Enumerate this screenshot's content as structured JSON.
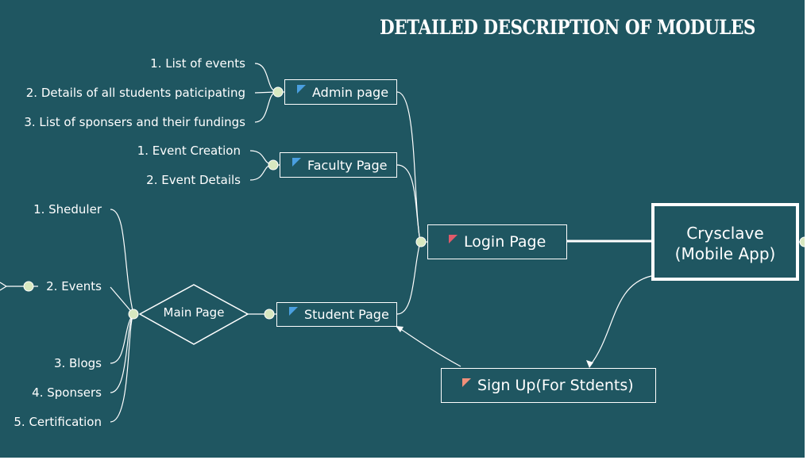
{
  "title": "DETAILED DESCRIPTION OF MODULES",
  "root": {
    "label_line1": "Crysclave",
    "label_line2": "(Mobile App)"
  },
  "login": {
    "label": "Login Page"
  },
  "signup": {
    "label": "Sign Up(For Stdents)"
  },
  "admin": {
    "label": "Admin page",
    "items": [
      "1. List of events",
      "2. Details of all students paticipating",
      "3. List of sponsers and their fundings"
    ]
  },
  "faculty": {
    "label": "Faculty Page",
    "items": [
      "1. Event Creation",
      "2. Event Details"
    ]
  },
  "student": {
    "label": "Student Page"
  },
  "main": {
    "label": "Main Page",
    "items": [
      "1. Sheduler",
      "2. Events",
      "3. Blogs",
      "4. Sponsers",
      "5. Certification"
    ]
  },
  "colors": {
    "background": "#1f5661",
    "line": "#ffffff",
    "collapse_dot": "#d8e8c0",
    "flag_blue": "#4a9fe0",
    "flag_red": "#e05a6a",
    "flag_orange": "#f0907a"
  }
}
